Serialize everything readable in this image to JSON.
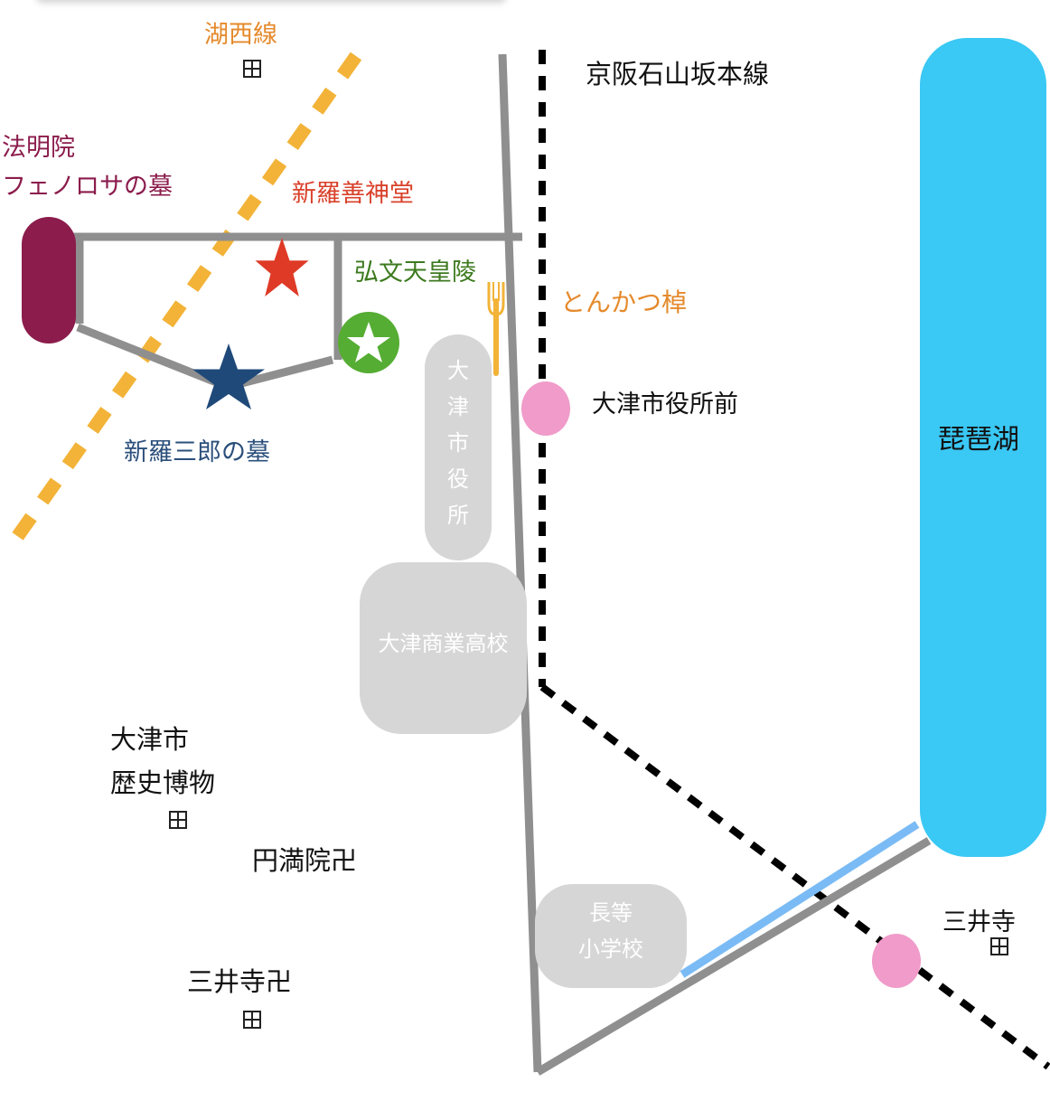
{
  "map": {
    "lines": {
      "kosei": "湖西線",
      "keihan": "京阪石山坂本線"
    },
    "landmarks": {
      "homyoin": "法明院",
      "fenollosa_grave": "フェノロサの墓",
      "shinra_zenshindo": "新羅善神堂",
      "kobun_tenno_ryo": "弘文天皇陵",
      "shinra_saburo_grave": "新羅三郎の墓",
      "tonkatsu": "とんかつ棹",
      "otsu_shiyakusho_mae": "大津市役所前",
      "biwako": "琵琶湖",
      "otsu_city_hall": [
        "大",
        "津",
        "市",
        "役",
        "所"
      ],
      "otsu_commercial_high": "大津商業高校",
      "otsu_museum_line1": "大津市",
      "otsu_museum_line2": "歴史博物",
      "enmanin": "円満院卍",
      "nagara_elem_line1": "長等",
      "nagara_elem_line2": "小学校",
      "miidera_temple": "三井寺卍",
      "miidera_station": "三井寺"
    },
    "colors": {
      "road": "#8f8f8f",
      "kosei_line": "#f2b338",
      "keihan_line": "#000000",
      "biwako": "#3ac8f4",
      "canal": "#7abbf5",
      "homyoin_marker": "#8b1c4c",
      "shinra_zenshindo_star": "#de3a26",
      "shinra_saburo_star": "#1f4979",
      "kobun_marker": "#55ad33",
      "station": "#f09bc9",
      "building": "#d6d6d6",
      "label_orange": "#e58a2c",
      "label_maroon": "#8b1c4c",
      "label_red": "#d9412a",
      "label_green": "#3d7a1f",
      "label_navy": "#2b4f7b",
      "label_black": "#111111"
    },
    "icons": {
      "shinra_zenshindo": "star-icon",
      "shinra_saburo": "star-icon",
      "kobun": "circle-star-icon",
      "tonkatsu": "fork-icon",
      "museum": "museum-icon",
      "temple": "temple-icon"
    }
  }
}
